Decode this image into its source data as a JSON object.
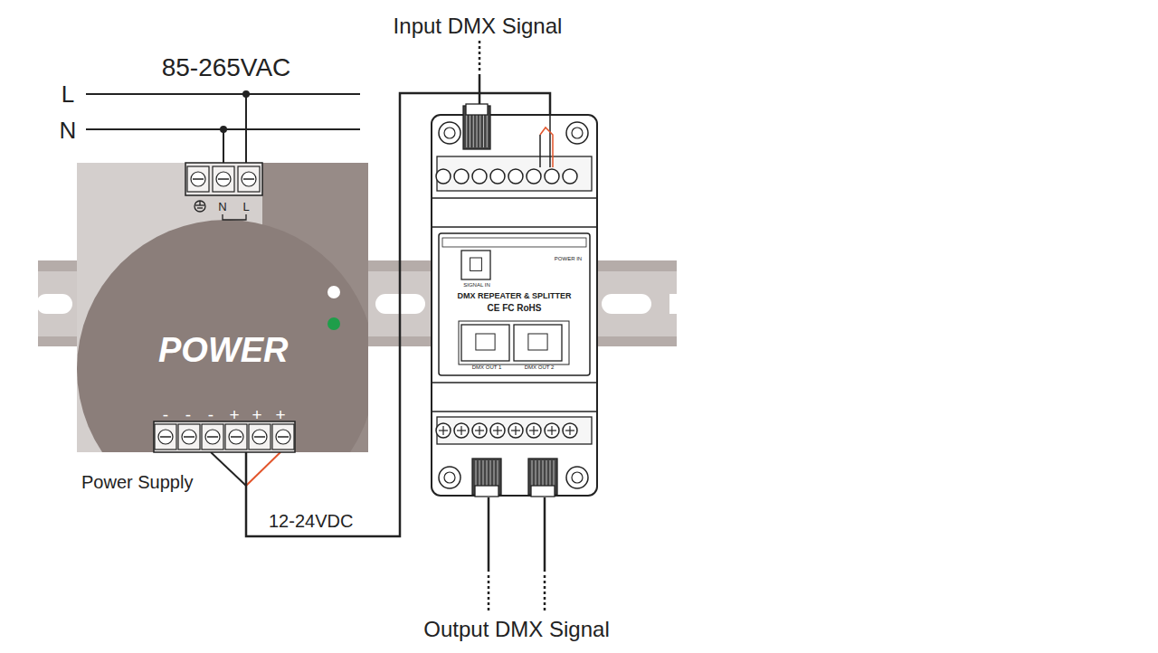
{
  "diagram": {
    "nodes": [
      {
        "text": [
          "POWER",
          "Power Supply"
        ]
      },
      {
        "text": [
          "DMX REPEATER & SPLITTER",
          "CE FC RoHS"
        ]
      }
    ],
    "edges": [
      {
        "from": 0,
        "to": 1,
        "arrow": "none",
        "label": "12-24VDC"
      }
    ],
    "labels": [
      "85-265VAC",
      "L",
      "N",
      "Input DMX Signal",
      "N",
      "L",
      "-",
      "-",
      "-",
      "+",
      "+",
      "+",
      "SIGNAL IN",
      "POWER IN",
      "DMX OUT 1",
      "DMX OUT 2",
      "Output DMX Signal"
    ]
  }
}
